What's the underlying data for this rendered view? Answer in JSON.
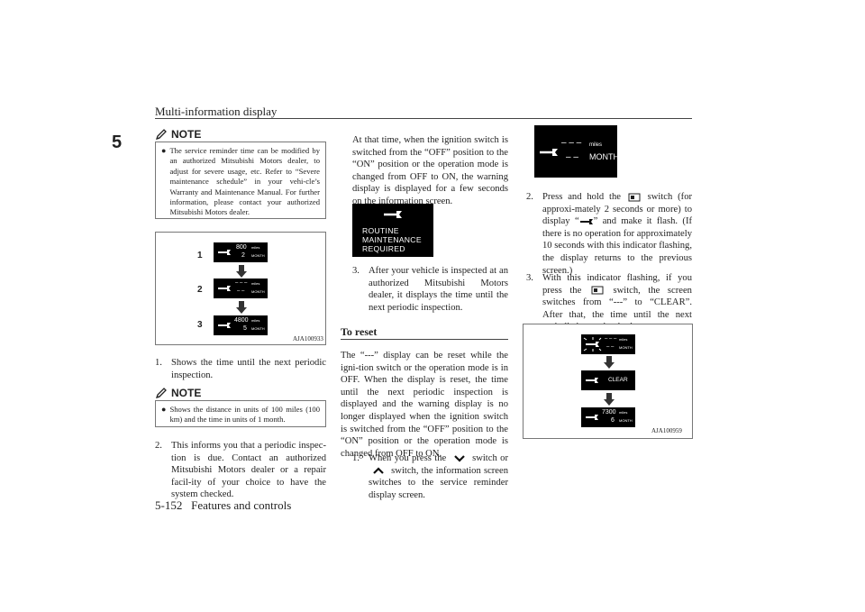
{
  "header": {
    "title": "Multi-information display",
    "chapter": "5"
  },
  "footer": {
    "page": "5-152",
    "section": "Features and controls"
  },
  "note1": {
    "label": "NOTE",
    "text": "The service reminder time can be modified by an authorized Mitsubishi Motors dealer, to adjust for severe usage, etc. Refer to “Severe maintenance schedule” in your vehi-cle’s Warranty and Maintenance Manual. For further information, please contact your authorized Mitsubishi Motors dealer."
  },
  "fig1": {
    "code": "AJA100933",
    "rows": [
      {
        "num": "1",
        "top": "800",
        "bottom": "2"
      },
      {
        "num": "2",
        "top": "– – –",
        "bottom": "– –"
      },
      {
        "num": "3",
        "top": "4800",
        "bottom": "5"
      }
    ],
    "unit_top": "miles",
    "unit_bottom": "MONTH"
  },
  "col1": {
    "item1_num": "1.",
    "item1": "Shows the time until the next periodic inspection.",
    "item2_num": "2.",
    "item2": "This informs you that a periodic inspec-tion is due. Contact an authorized Mitsubishi Motors dealer or a repair facil-ity of your choice to have the system checked."
  },
  "note2": {
    "label": "NOTE",
    "text": "Shows the distance in units of 100 miles (100 km) and the time in units of 1 month."
  },
  "col2": {
    "intro": "At that time, when the ignition switch is switched from the “OFF” position to the “ON” position or the operation mode is changed from OFF to ON, the warning display is displayed for a few seconds on the information screen.",
    "screen_text": [
      "ROUTINE",
      "MAINTENANCE",
      "REQUIRED"
    ],
    "item3_num": "3.",
    "item3": "After your vehicle is inspected at an authorized Mitsubishi Motors dealer, it displays the time until the next periodic inspection.",
    "section_title": "To reset",
    "reset_para": "The “---” display can be reset while the igni-tion switch or the operation mode is in OFF. When the display is reset, the time until the next periodic inspection is displayed and the warning display is no longer displayed when the ignition switch is switched from the “OFF” position to the “ON” position or the operation mode is changed from OFF to ON.",
    "step1_num": "1.",
    "step1_a": "When you press the",
    "step1_b": "switch or",
    "step1_c": "switch, the information screen switches to the service reminder display screen."
  },
  "col3": {
    "screen_top": "– – –",
    "screen_bottom": "– –",
    "screen_unit_top": "miles",
    "screen_unit_bottom": "MONTH",
    "step2_num": "2.",
    "step2_a": "Press and hold the",
    "step2_b": "switch (for approxi-mately 2 seconds or more) to display “",
    "step2_c": "” and make it flash. (If there is no operation for approximately 10 seconds with this indicator flashing, the display returns to the previous screen.)",
    "step3_num": "3.",
    "step3_a": "With this indicator flashing, if you press the",
    "step3_b": "switch, the screen switches from “---” to “CLEAR”. After that, the time until the next periodic inspection is shown.",
    "fig_code": "AJA100959",
    "fig_rows": [
      {
        "top": "– – –",
        "bottom": "– –"
      },
      {
        "center": "CLEAR"
      },
      {
        "top": "7300",
        "bottom": "6"
      }
    ],
    "unit_top": "miles",
    "unit_bottom": "MONTH"
  }
}
